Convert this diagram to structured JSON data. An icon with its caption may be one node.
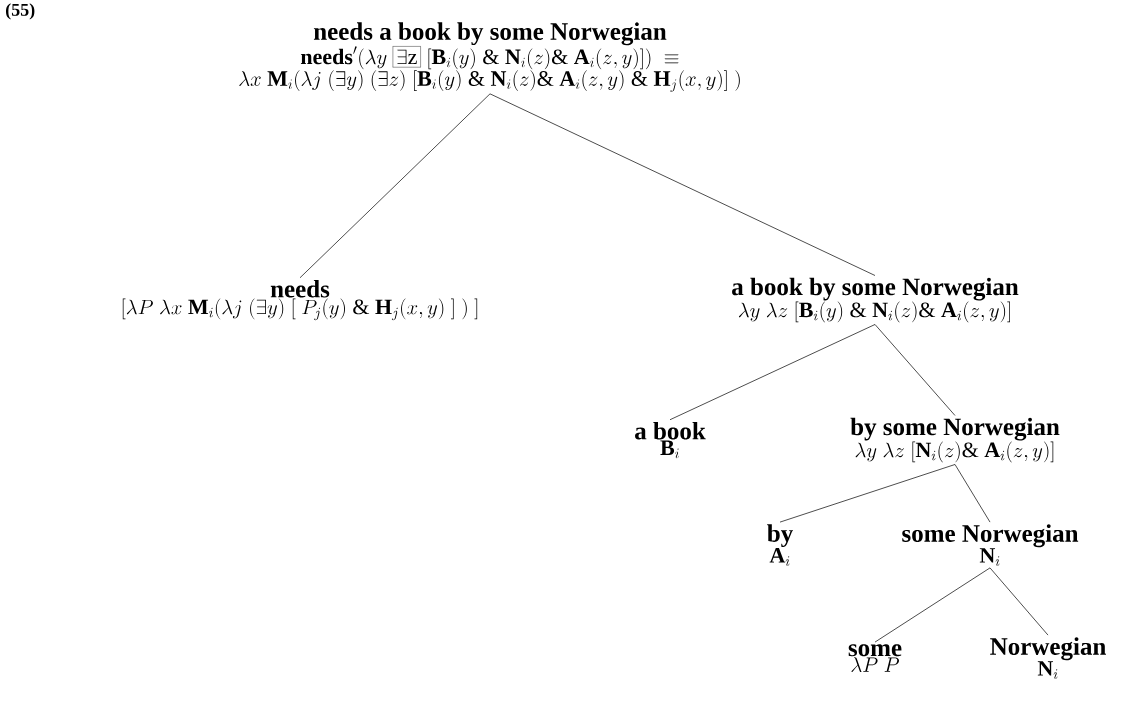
{
  "diagram": {
    "nodes": [
      {
        "text": [
          "needs a book by some Norwegian",
          "\\mathbf{needs}'(\\lambda y\\ \\boxed{\\exists\\mathrm{z}}\\ [\\mathbf{B}_i(y)\\ \\&\\ \\mathbf{N}_i(z)\\&\\ \\mathbf{A}_i(z,y)])\\ \\equiv",
          "\\lambda x\\ \\mathbf{M}_i(\\lambda j\\ (\\exists y)\\ (\\exists z)\\ [\\mathbf{B}_i(y)\\ \\&\\ \\mathbf{N}_i(z)\\&\\ \\mathbf{A}_i(z,y)\\ \\&\\ \\mathbf{H}_j(x,y)]\\ )"
        ]
      },
      {
        "text": [
          "needs",
          "[\\lambda P\\ \\lambda x\\ \\mathbf{M}_i(\\lambda j\\ (\\exists y)\\ [\\ P_j(y)\\ \\&\\ \\mathbf{H}_j(x,y)\\ ]\\ )\\ ]"
        ]
      },
      {
        "text": [
          "a book by some Norwegian",
          "\\lambda y\\ \\lambda z\\ [\\mathbf{B}_i(y)\\ \\&\\ \\mathbf{N}_i(z)\\&\\ \\mathbf{A}_i(z,y)]"
        ]
      },
      {
        "text": [
          "a book",
          "\\mathbf{B}_i"
        ]
      },
      {
        "text": [
          "by some Norwegian",
          "\\lambda y\\ \\lambda z\\ [\\mathbf{N}_i(z)\\&\\ \\mathbf{A}_i(z,y)]"
        ]
      },
      {
        "text": [
          "by",
          "\\mathbf{A}_i"
        ]
      },
      {
        "text": [
          "some Norwegian",
          "\\mathbf{N}_i"
        ]
      },
      {
        "text": [
          "some",
          "\\lambda P\\ P"
        ]
      },
      {
        "text": [
          "Norwegian",
          "\\mathbf{N}_i"
        ]
      }
    ],
    "edges": [
      {
        "from": 0,
        "to": 1,
        "arrow": "none"
      },
      {
        "from": 0,
        "to": 2,
        "arrow": "none"
      },
      {
        "from": 2,
        "to": 3,
        "arrow": "none"
      },
      {
        "from": 2,
        "to": 4,
        "arrow": "none"
      },
      {
        "from": 4,
        "to": 5,
        "arrow": "none"
      },
      {
        "from": 4,
        "to": 6,
        "arrow": "none"
      },
      {
        "from": 6,
        "to": 7,
        "arrow": "none"
      },
      {
        "from": 6,
        "to": 8,
        "arrow": "none"
      }
    ],
    "labels": [
      "(55)"
    ]
  }
}
